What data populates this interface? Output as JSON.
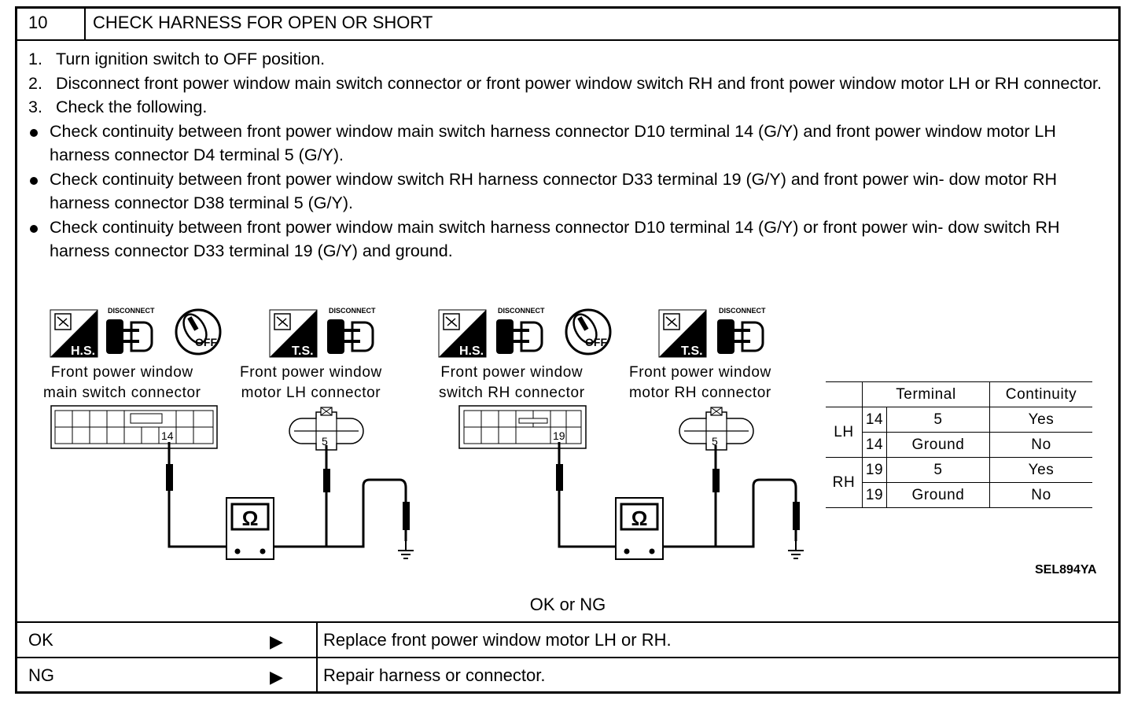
{
  "header": {
    "step_number": "10",
    "title": "CHECK HARNESS FOR OPEN OR SHORT"
  },
  "instructions": {
    "steps": [
      {
        "num": "1.",
        "text": "Turn ignition switch to OFF position."
      },
      {
        "num": "2.",
        "text": "Disconnect front power window main switch connector or front power window switch RH and front power window motor LH or RH connector."
      },
      {
        "num": "3.",
        "text": "Check the following."
      }
    ],
    "bullets": [
      "Check continuity between front power window main switch harness connector D10 terminal 14 (G/Y) and front power window motor LH harness connector D4 terminal 5 (G/Y).",
      "Check continuity between front power window switch RH harness connector D33 terminal 19 (G/Y) and front power win- dow motor RH harness connector D38 terminal 5 (G/Y).",
      "Check continuity between front power window main switch harness connector D10 terminal 14 (G/Y) or front power win- dow switch RH harness connector D33 terminal 19 (G/Y) and ground."
    ]
  },
  "diagram": {
    "icons": {
      "hs": "H.S.",
      "ts": "T.S.",
      "disconnect": "DISCONNECT",
      "off": "OFF",
      "ohm": "Ω"
    },
    "connectors": [
      {
        "line1": "Front power window",
        "line2": "main switch connector",
        "terminal": "14"
      },
      {
        "line1": "Front power window",
        "line2": "motor LH connector",
        "terminal": "5"
      },
      {
        "line1": "Front power window",
        "line2": "switch RH connector",
        "terminal": "19"
      },
      {
        "line1": "Front power window",
        "line2": "motor RH connector",
        "terminal": "5"
      }
    ],
    "code": "SEL894YA"
  },
  "continuity_table": {
    "headers": {
      "terminal": "Terminal",
      "continuity": "Continuity"
    },
    "groups": [
      {
        "side": "LH",
        "rows": [
          {
            "from": "14",
            "to": "5",
            "result": "Yes"
          },
          {
            "from": "14",
            "to": "Ground",
            "result": "No"
          }
        ]
      },
      {
        "side": "RH",
        "rows": [
          {
            "from": "19",
            "to": "5",
            "result": "Yes"
          },
          {
            "from": "19",
            "to": "Ground",
            "result": "No"
          }
        ]
      }
    ]
  },
  "question": "OK or NG",
  "results": [
    {
      "label": "OK",
      "arrow": "▶",
      "action": "Replace front power window motor LH or RH."
    },
    {
      "label": "NG",
      "arrow": "▶",
      "action": "Repair harness or connector."
    }
  ]
}
